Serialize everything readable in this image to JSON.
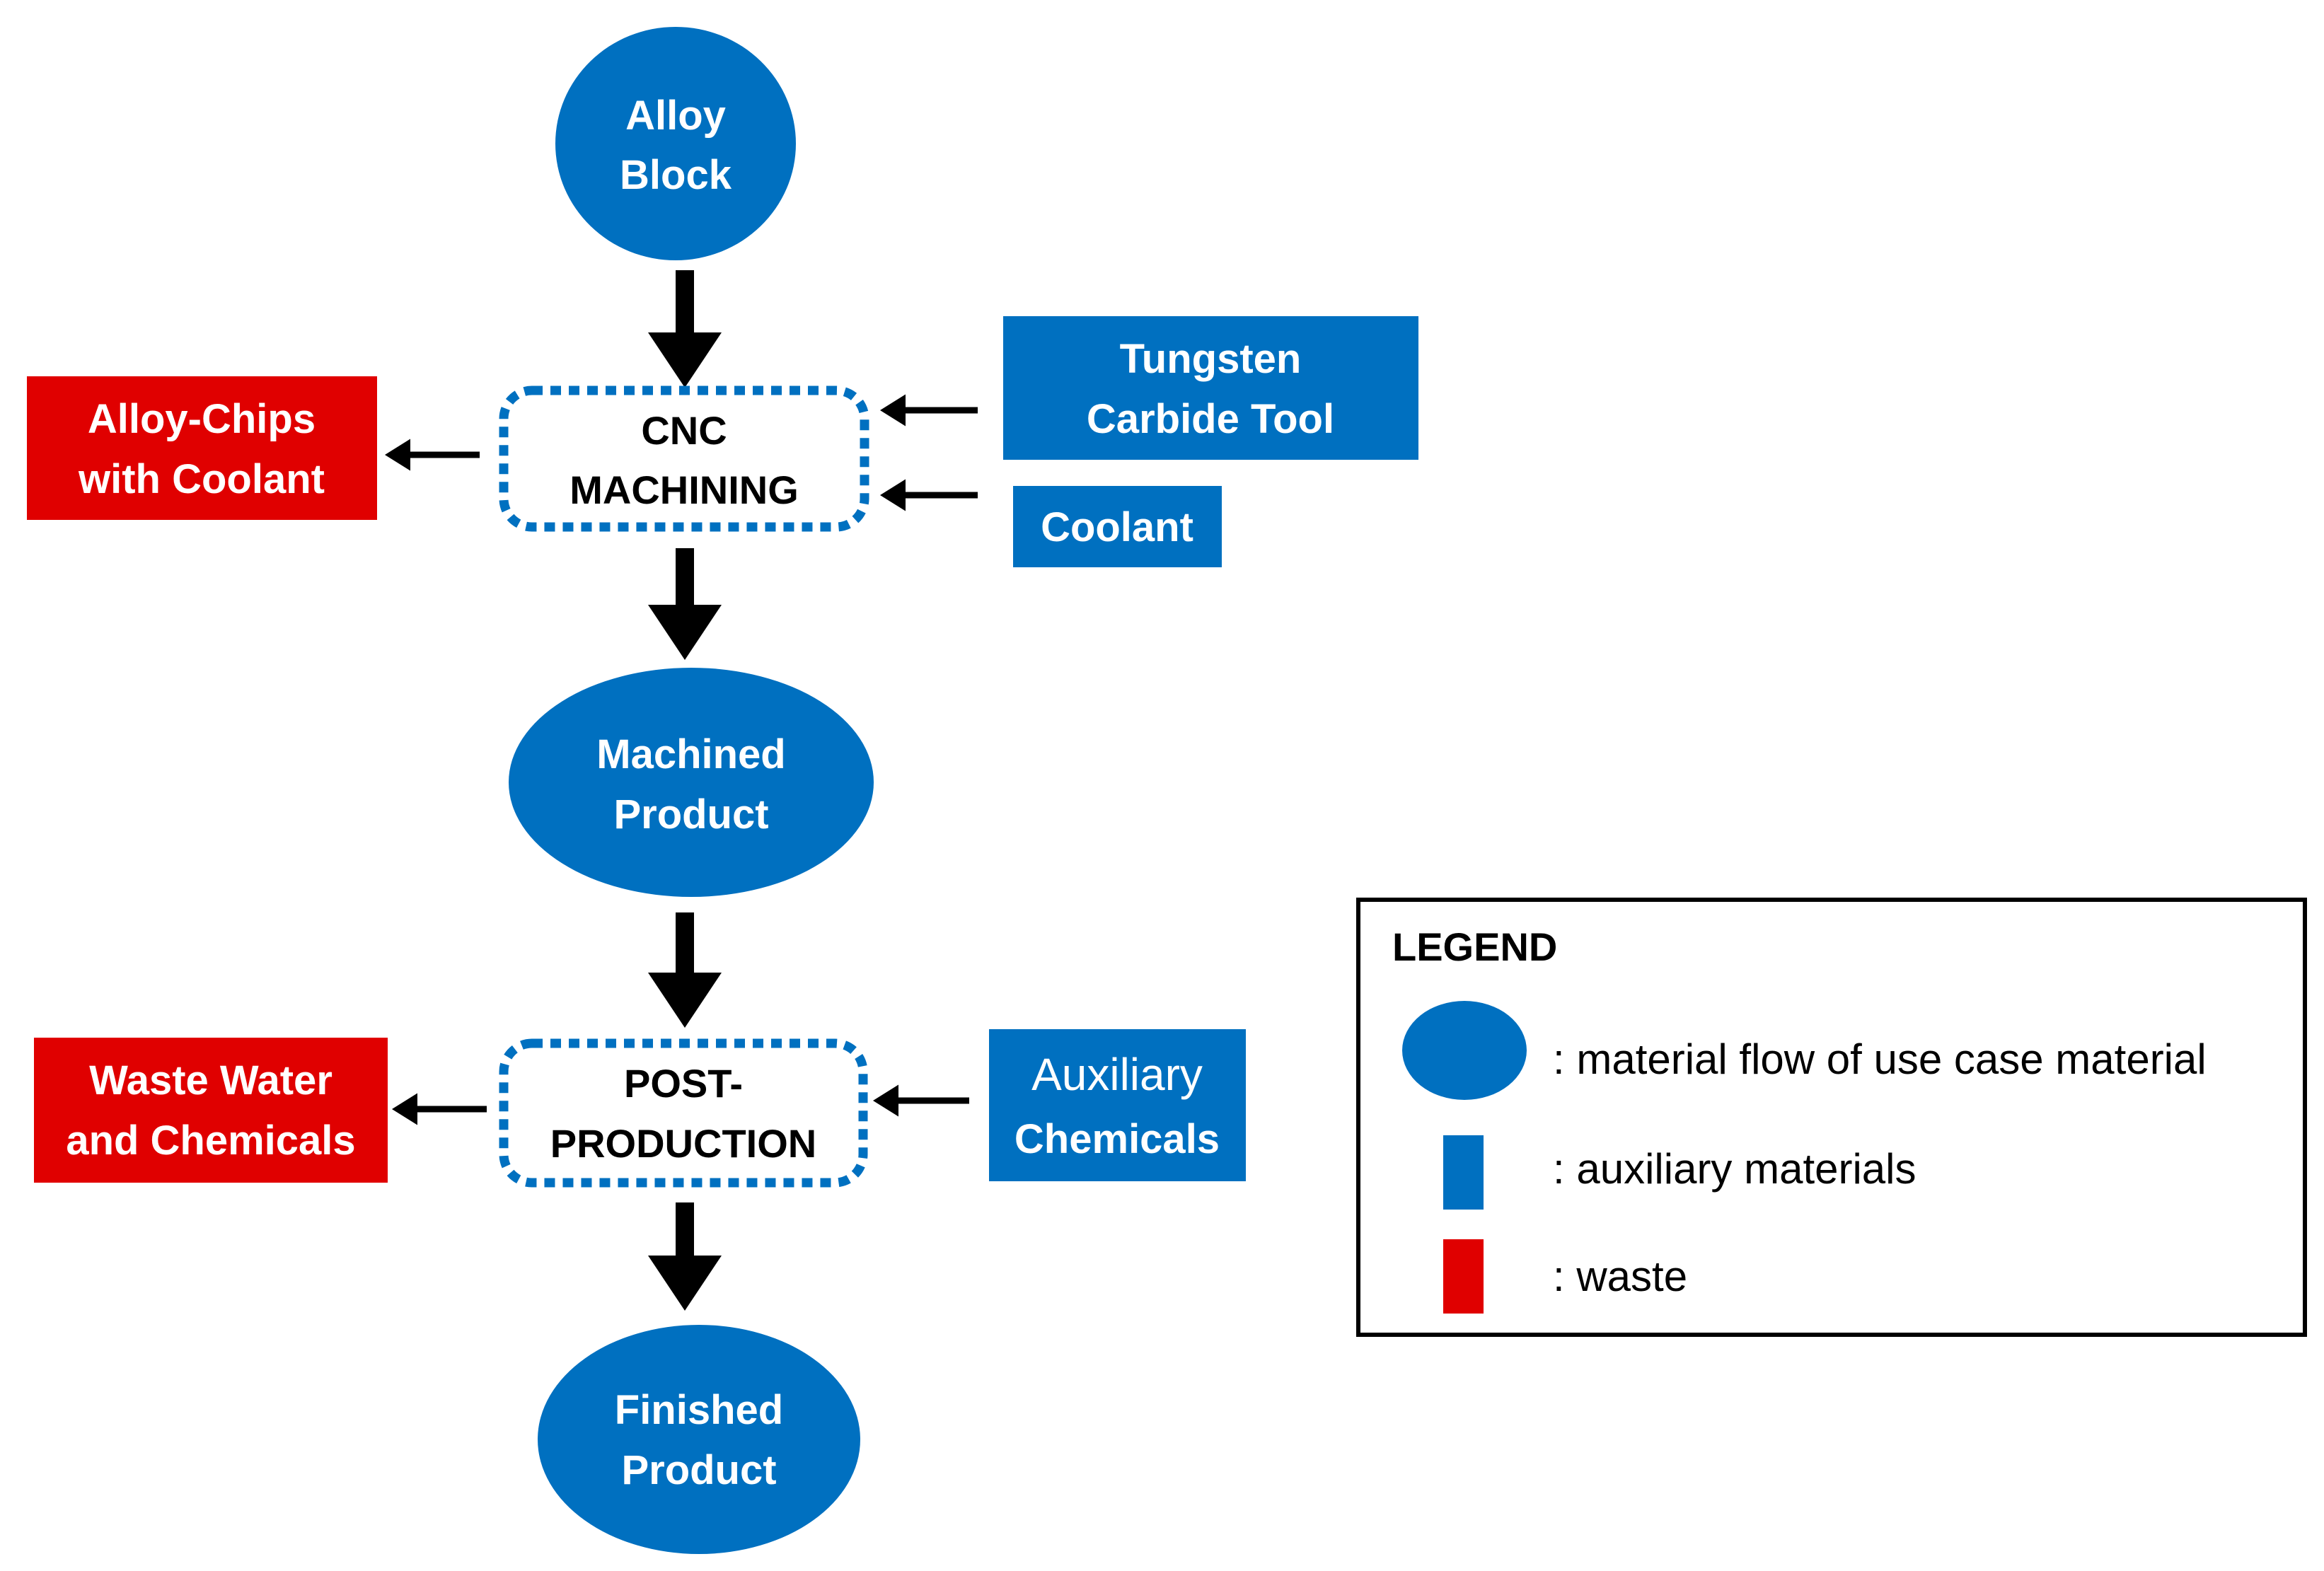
{
  "colors": {
    "material": "#0070C0",
    "auxiliary": "#0070C0",
    "waste": "#E00000",
    "process_border": "#0070C0",
    "arrow": "#000000"
  },
  "nodes": {
    "alloy_block": [
      "Alloy",
      "Block"
    ],
    "cnc_machining": [
      "CNC",
      "MACHINING"
    ],
    "machined_product": [
      "Machined",
      "Product"
    ],
    "post_production": [
      "POST-",
      "PRODUCTION"
    ],
    "finished_product": [
      "Finished",
      "Product"
    ],
    "tungsten_carbide_tool": [
      "Tungsten",
      "Carbide Tool"
    ],
    "coolant": [
      "Coolant"
    ],
    "auxiliary_chemicals": [
      "Auxiliary",
      "Chemicals"
    ],
    "alloy_chips": [
      "Alloy-Chips",
      "with Coolant"
    ],
    "waste_water": [
      "Waste Water",
      "and Chemicals"
    ]
  },
  "legend": {
    "title": "LEGEND",
    "items": [
      {
        "shape": "ellipse",
        "label": ": material flow of use case material"
      },
      {
        "shape": "rect-blue",
        "label": ": auxiliary materials"
      },
      {
        "shape": "rect-red",
        "label": ": waste"
      }
    ]
  }
}
